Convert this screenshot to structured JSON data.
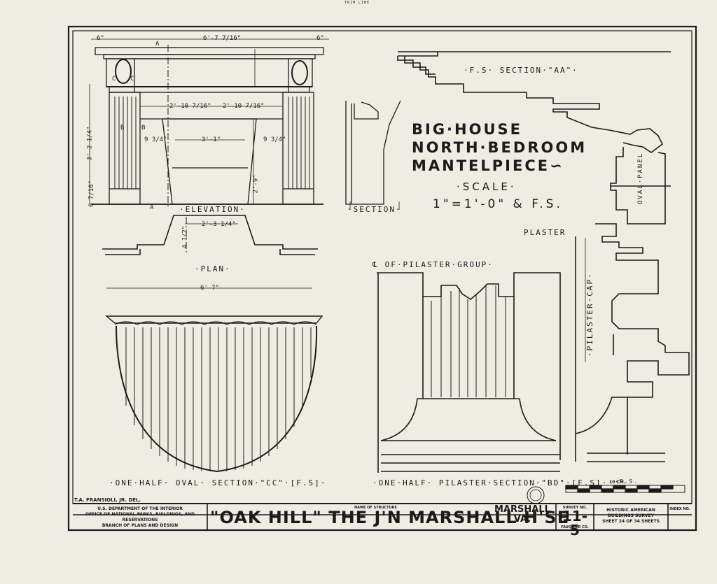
{
  "header": {
    "trim_line": "TRIM LINE"
  },
  "title": {
    "line1": "BIG·HOUSE",
    "line2": "NORTH·BEDROOM",
    "line3": "MANTELPIECE∽",
    "scale_label": "·SCALE·",
    "scale_value": "1\"=1'-0\" & F.S."
  },
  "views": {
    "elevation": "·ELEVATION·",
    "section": "·SECTION·",
    "section_aa": "·F.S· SECTION·\"AA\"·",
    "plan": "·PLAN·",
    "oval_section": "·ONE·HALF· OVAL· SECTION·\"CC\"·[F.S]·",
    "pilaster_section": "·ONE·HALF· PILASTER·SECTION·\"BD\"·[F.S]·",
    "pilaster_group": "℄ OF·PILASTER·GROUP·",
    "plaster": "PLASTER",
    "pilaster_cap": "·PILASTER·CAP·",
    "oval_panel": "OVAL·PANEL",
    "fs_mark": "·F.S."
  },
  "dimensions": {
    "overall_width": "6'-7 7/16\"",
    "side_left": "6\"",
    "side_right": "6\"",
    "opening_half_a": "2'-10 7/16\"",
    "opening_half_b": "2'-10 7/16\"",
    "opening": "3'-1\"",
    "jamb_left": "9 3/4\"",
    "jamb_right": "9 3/4\"",
    "height": "3'-2 1/4\"",
    "base": "6 7/16\"",
    "opening_height": "2'-9\"",
    "plan_top": "2'-3 1/4\"",
    "plan_width": "6'-7\"",
    "plan_depth": "4 1/2\"",
    "mark_a_top": "A",
    "mark_a_bottom": "A",
    "mark_b_left": "B",
    "mark_b_right": "B",
    "mark_c_left": "C",
    "mark_c_right": "C"
  },
  "title_block": {
    "delineator": "T.A. FRANSIOLI, JR. DEL.",
    "agency_line1": "U.S. DEPARTMENT OF THE INTERIOR",
    "agency_line2": "OFFICE OF NATIONAL PARKS, BUILDINGS, AND RESERVATIONS",
    "agency_line3": "BRANCH OF PLANS AND DESIGN",
    "structure_caption": "NAME OF STRUCTURE",
    "structure_name": "\"OAK HILL\" THE J'N MARSHALL H'SE",
    "location": "MARSHALL VA.",
    "survey_caption": "SURVEY NO.",
    "survey_number": "11-5",
    "survey_sub": "FAUQUIER CO.",
    "habs_line1": "HISTORIC AMERICAN",
    "habs_line2": "BUILDINGS SURVEY",
    "sheet_text": "SHEET 24 OF 34 SHEETS",
    "index_caption": "INDEX NO.",
    "scale_bar_label": "10 CM."
  }
}
